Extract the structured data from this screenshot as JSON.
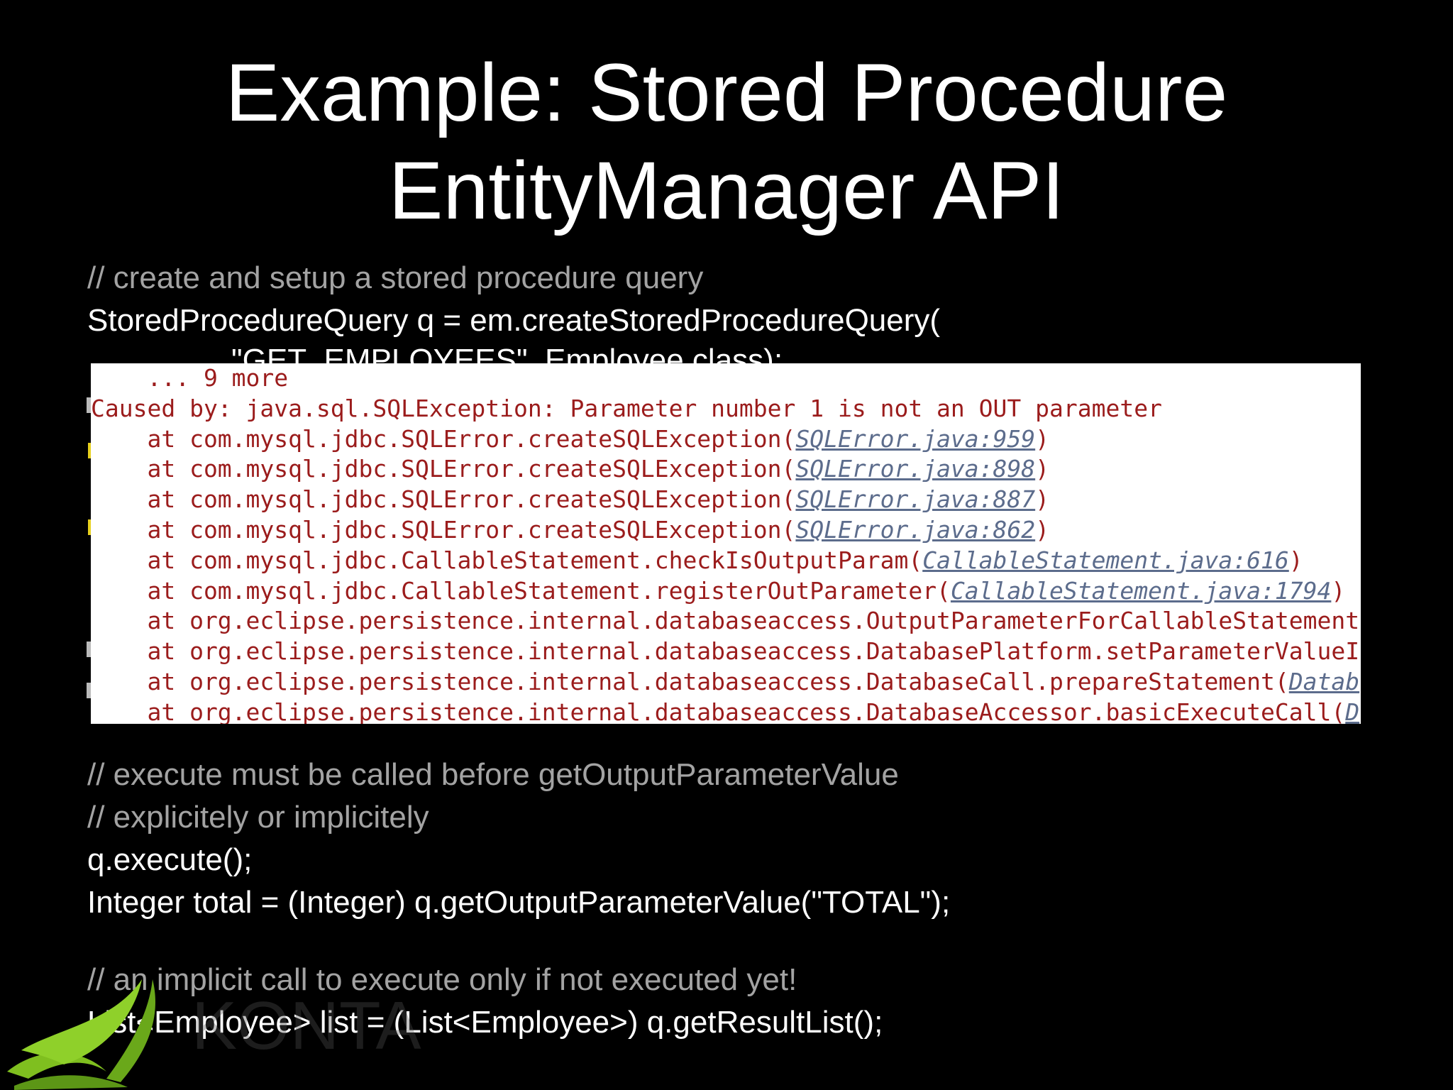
{
  "title": {
    "line1": "Example: Stored Procedure",
    "line2": "EntityManager API"
  },
  "code": {
    "comment1": "// create and setup a stored procedure query",
    "line1": "StoredProcedureQuery q = em.createStoredProcedureQuery(",
    "line2_partial": "\"GET_EMPLOYEES\", Employee.class);",
    "comment2": "// execute must be called before getOutputParameterValue",
    "comment3": "// explicitely or implicitely",
    "line3": "q.execute();",
    "line4": "Integer total = (Integer) q.getOutputParameterValue(\"TOTAL\");",
    "comment4": "// an implicit call to execute only if not executed yet!",
    "line5": "List<Employee> list = (List<Employee>) q.getResultList();"
  },
  "stack_trace": {
    "more_line": "    ... 9 more",
    "caused_by": "Caused by: java.sql.SQLException: Parameter number 1 is not an OUT parameter",
    "frames": [
      {
        "method": "    at com.mysql.jdbc.SQLError.createSQLException(",
        "link": "SQLError.java:959",
        "tail": ")"
      },
      {
        "method": "    at com.mysql.jdbc.SQLError.createSQLException(",
        "link": "SQLError.java:898",
        "tail": ")"
      },
      {
        "method": "    at com.mysql.jdbc.SQLError.createSQLException(",
        "link": "SQLError.java:887",
        "tail": ")"
      },
      {
        "method": "    at com.mysql.jdbc.SQLError.createSQLException(",
        "link": "SQLError.java:862",
        "tail": ")"
      },
      {
        "method": "    at com.mysql.jdbc.CallableStatement.checkIsOutputParam(",
        "link": "CallableStatement.java:616",
        "tail": ")"
      },
      {
        "method": "    at com.mysql.jdbc.CallableStatement.registerOutParameter(",
        "link": "CallableStatement.java:1794",
        "tail": ")"
      },
      {
        "method": "    at org.eclipse.persistence.internal.databaseaccess.OutputParameterForCallableStatement",
        "link": "",
        "tail": ""
      },
      {
        "method": "    at org.eclipse.persistence.internal.databaseaccess.DatabasePlatform.setParameterValueI",
        "link": "",
        "tail": ""
      },
      {
        "method": "    at org.eclipse.persistence.internal.databaseaccess.DatabaseCall.prepareStatement(",
        "link": "Datab",
        "tail": ""
      },
      {
        "method": "    at org.eclipse.persistence.internal.databaseaccess.DatabaseAccessor.basicExecuteCall(",
        "link": "D",
        "tail": ""
      }
    ]
  },
  "logo": {
    "text": "KONTA",
    "icon": "green-swoosh-logo-icon",
    "color": "#7fbf1f"
  }
}
